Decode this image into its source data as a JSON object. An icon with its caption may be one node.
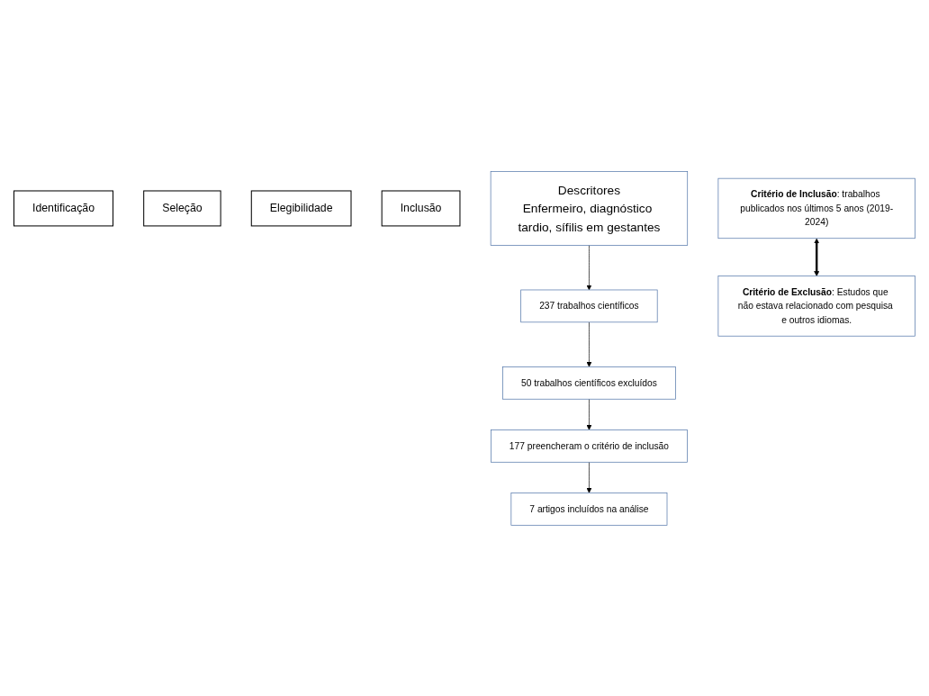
{
  "diagram": {
    "nodes": [
      {
        "text": [
          "Identificação"
        ]
      },
      {
        "text": [
          "Seleção"
        ]
      },
      {
        "text": [
          "Elegibilidade"
        ]
      },
      {
        "text": [
          "Inclusão"
        ]
      },
      {
        "text": [
          "Descritores",
          "Enfermeiro, diagnóstico tardio, sífilis em gestantes"
        ]
      },
      {
        "text": [
          "237 trabalhos científicos"
        ]
      },
      {
        "text": [
          "**Critério de Inclusão**: trabalhos publicados nos últimos 5 anos (2019-2024)"
        ]
      },
      {
        "text": [
          "50 trabalhos científicos excluídos"
        ]
      },
      {
        "text": [
          "177 preencheram o critério de inclusão"
        ]
      },
      {
        "text": [
          "7 artigos incluídos na análise"
        ]
      },
      {
        "text": [
          "**Critério de Exclusão**: Estudos que não estava relacionado com pesquisa e outros idiomas."
        ]
      }
    ],
    "edges": [
      {
        "from": 4,
        "to": 5,
        "arrow": "to"
      },
      {
        "from": 5,
        "to": 7,
        "arrow": "to"
      },
      {
        "from": 7,
        "to": 8,
        "arrow": "to"
      },
      {
        "from": 8,
        "to": 9,
        "arrow": "to"
      },
      {
        "from": 6,
        "to": 10,
        "arrow": "both",
        "style": "thick"
      }
    ]
  }
}
